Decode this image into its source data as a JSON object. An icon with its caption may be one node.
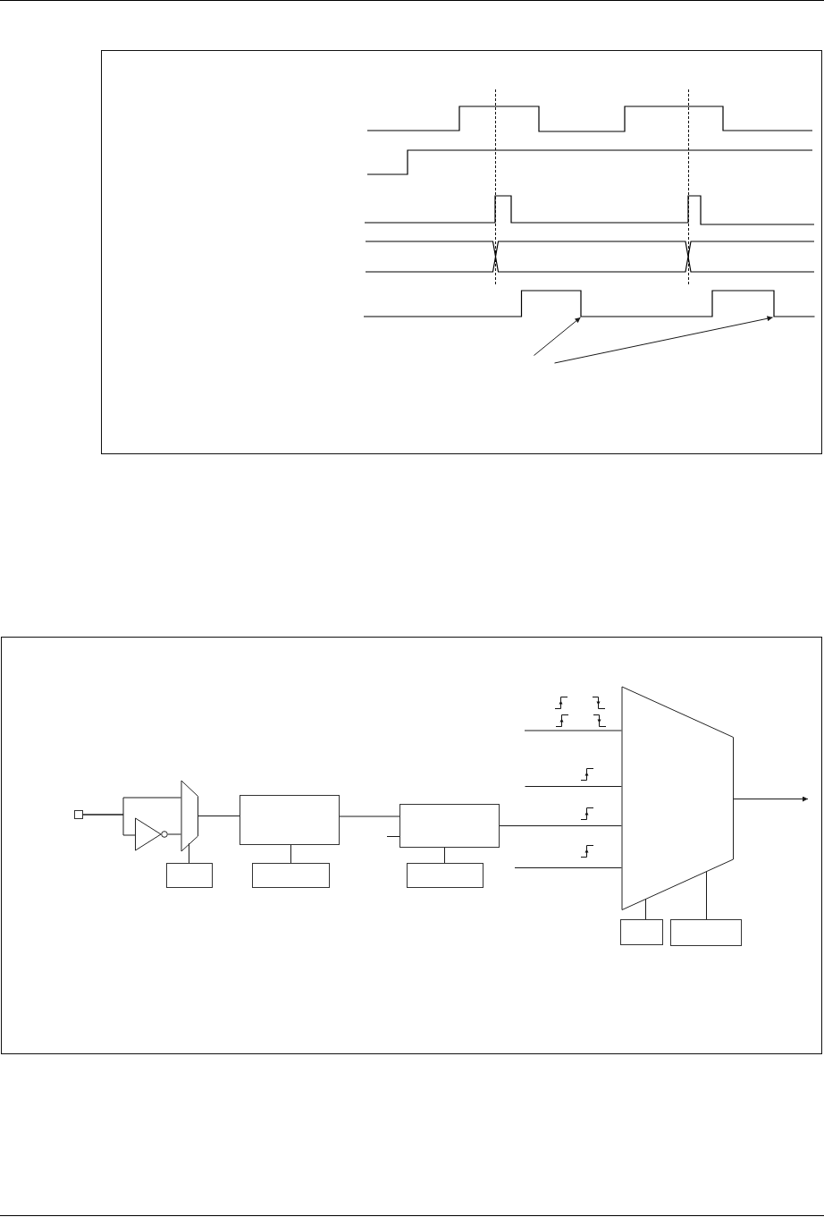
{
  "diagram": {
    "nodes": [
      {
        "text": [],
        "shape": "waveform"
      },
      {
        "text": [],
        "shape": "waveform"
      },
      {
        "text": [],
        "shape": "waveform"
      },
      {
        "text": [],
        "shape": "waveform"
      },
      {
        "text": [],
        "shape": "waveform"
      },
      {
        "text": [],
        "shape": "box"
      },
      {
        "text": [],
        "shape": "triangle"
      },
      {
        "text": [],
        "shape": "trapezoid"
      },
      {
        "text": [],
        "shape": "box"
      },
      {
        "text": [],
        "shape": "box"
      },
      {
        "text": [],
        "shape": "box"
      },
      {
        "text": [],
        "shape": "box"
      },
      {
        "text": [],
        "shape": "box"
      },
      {
        "text": [],
        "shape": "trapezoid"
      },
      {
        "text": [],
        "shape": "box"
      },
      {
        "text": [],
        "shape": "box"
      }
    ],
    "edges": [
      {
        "from": null,
        "to": 4,
        "arrow": "to"
      },
      {
        "from": null,
        "to": 4,
        "arrow": "to"
      },
      {
        "from": 5,
        "to": 7,
        "arrow": "none"
      },
      {
        "from": 5,
        "to": 6,
        "arrow": "none"
      },
      {
        "from": 6,
        "to": 7,
        "arrow": "none"
      },
      {
        "from": 8,
        "to": 7,
        "arrow": "none"
      },
      {
        "from": 7,
        "to": 9,
        "arrow": "none"
      },
      {
        "from": 10,
        "to": 9,
        "arrow": "none"
      },
      {
        "from": 9,
        "to": 11,
        "arrow": "none"
      },
      {
        "from": null,
        "to": 11,
        "arrow": "none"
      },
      {
        "from": 12,
        "to": 11,
        "arrow": "none"
      },
      {
        "from": 11,
        "to": 13,
        "arrow": "none"
      },
      {
        "from": null,
        "to": 13,
        "arrow": "none"
      },
      {
        "from": null,
        "to": 13,
        "arrow": "none"
      },
      {
        "from": null,
        "to": 13,
        "arrow": "none"
      },
      {
        "from": 13,
        "to": null,
        "arrow": "to"
      },
      {
        "from": 14,
        "to": 13,
        "arrow": "none"
      },
      {
        "from": 15,
        "to": 13,
        "arrow": "none"
      }
    ]
  }
}
